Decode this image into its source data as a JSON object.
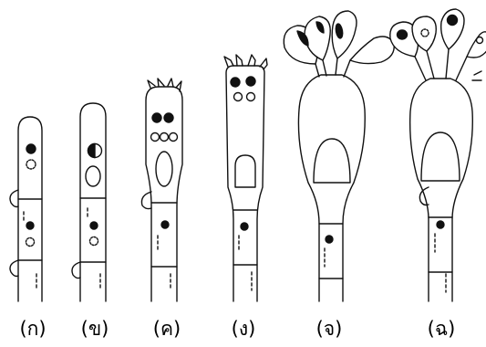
{
  "labels": [
    "(ก)",
    "(ข)",
    "(ค)",
    "(ง)",
    "(จ)",
    "(ฉ)"
  ],
  "colors": {
    "ink": "#000000",
    "fill": "#ffffff"
  }
}
